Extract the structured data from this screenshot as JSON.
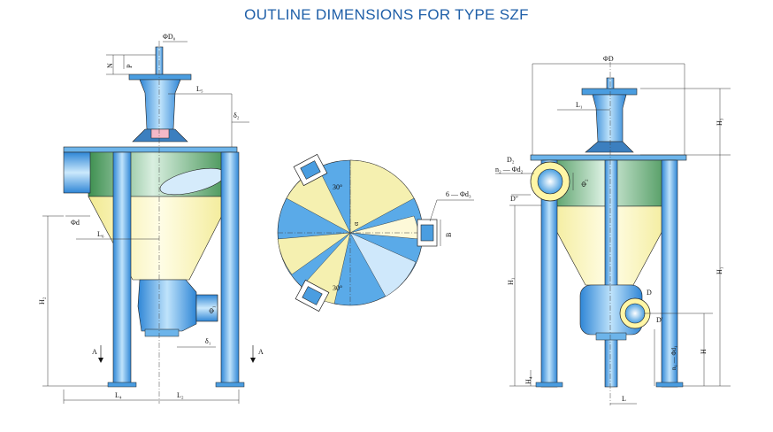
{
  "title": "OUTLINE DIMENSIONS FOR TYPE SZF",
  "left_view": {
    "labels": {
      "phi_d0": "ΦD₀",
      "n": "N",
      "p": "P",
      "l5": "L₅",
      "delta2": "δ₂",
      "phi_d": "Φd",
      "l6": "L₆",
      "h2": "H₂",
      "phi_d1": "Φ₁",
      "delta1": "δ₁",
      "a_left": "A",
      "a_right": "A",
      "l4": "L₄",
      "l2": "L₂"
    }
  },
  "section_view": {
    "labels": {
      "angle_top": "30°",
      "angle_bottom": "30°",
      "alpha": "α",
      "bolts": "6 — Φd₃",
      "b": "B"
    }
  },
  "right_view": {
    "labels": {
      "phi_d": "ΦD",
      "l1": "L₁",
      "h3": "H₃",
      "d2": "D₂",
      "n2": "n₂ — Φd₂",
      "d_prime_prime": "D″",
      "phi_small": "Φ₂",
      "h1_left": "H₁",
      "h1_right": "H₁",
      "d": "D",
      "d_prime": "D′",
      "n1": "n₁ — Φd₁",
      "h": "H",
      "h4": "H₄",
      "l": "L"
    }
  },
  "colors": {
    "title": "#1f5fa8",
    "blue": "#5aa9e6",
    "blue_light": "#a9d4f5",
    "yellow": "#f5f0b0",
    "green": "#4b9a5a",
    "outline": "#222222"
  }
}
